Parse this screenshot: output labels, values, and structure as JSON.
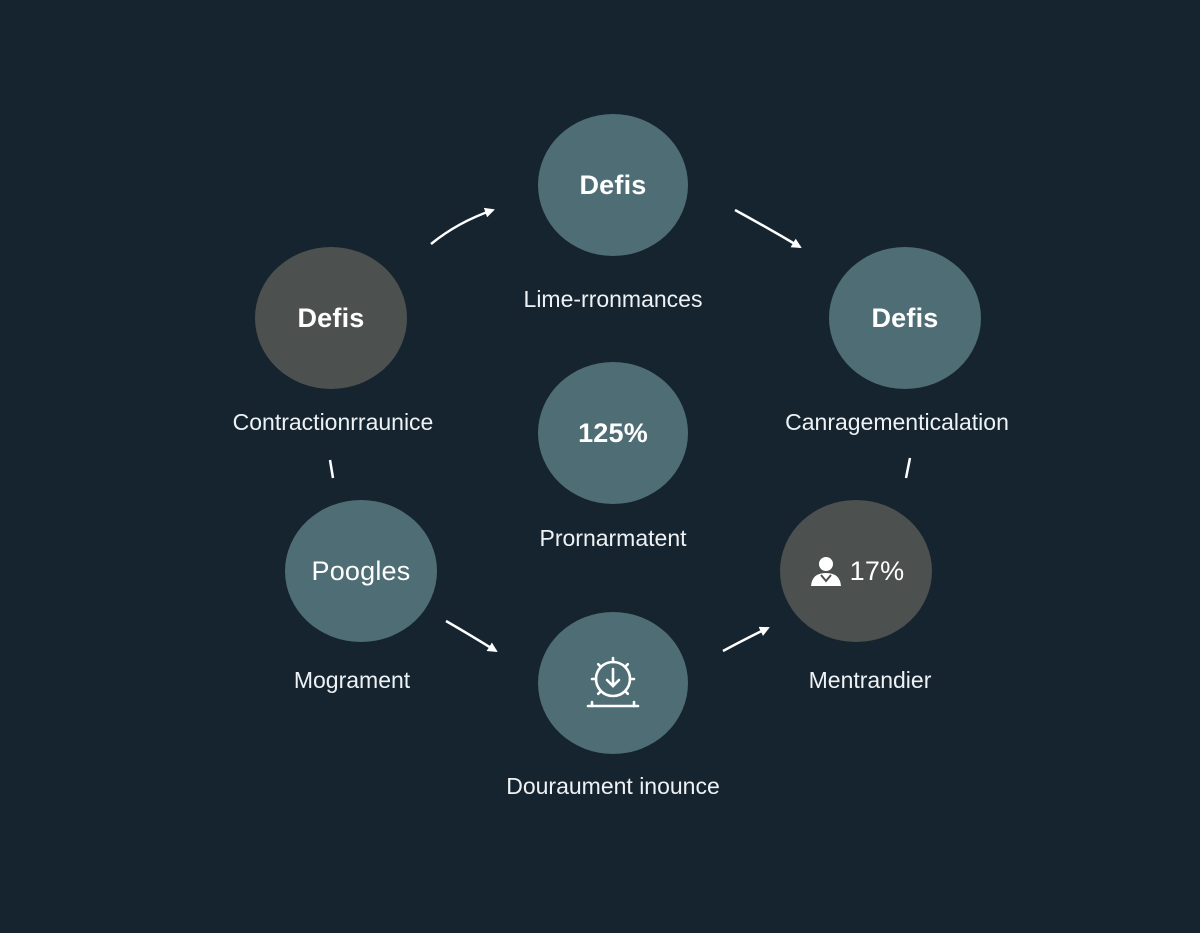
{
  "colors": {
    "background": "#16242f",
    "teal_node": "#4e6d74",
    "gray_node": "#4c504f",
    "arrow": "#ffffff"
  },
  "nodes": {
    "top": {
      "label": "Defis",
      "caption": "Lime-rronmances"
    },
    "left": {
      "label": "Defis",
      "caption": "Contractionrraunice"
    },
    "right": {
      "label": "Defis",
      "caption": "Canragementicalation"
    },
    "center": {
      "label": "125%",
      "caption": "Prornarmatent"
    },
    "bottom_left": {
      "label": "Poogles",
      "caption": "Mograment"
    },
    "bottom": {
      "icon": "gear-download-icon",
      "caption": "Douraument inounce"
    },
    "bottom_right": {
      "icon": "person-icon",
      "label": "17%",
      "caption": "Mentrandier"
    }
  }
}
